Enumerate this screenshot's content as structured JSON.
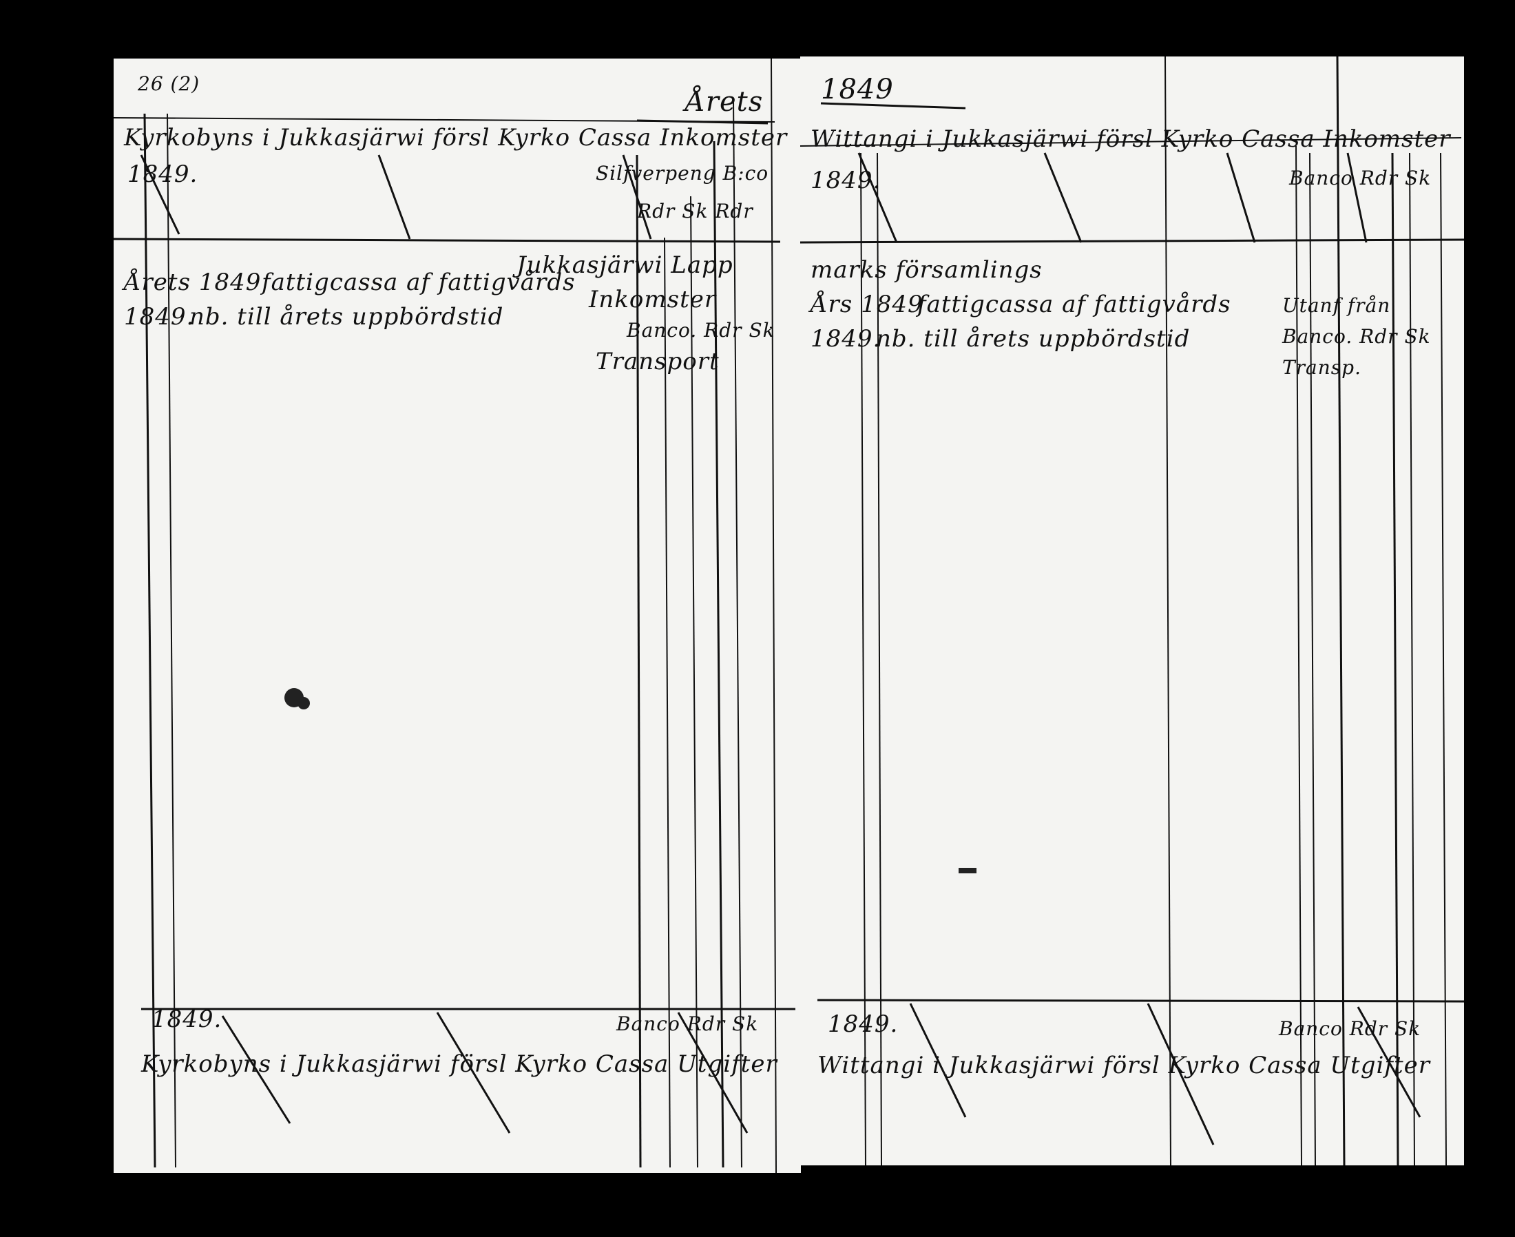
{
  "left_page": {
    "page_number": "26",
    "page_number_mark": "(2)",
    "top_right_title": "Årets",
    "header_line": "Kyrkobyns i Jukkasjärwi försl Kyrko Cassa Inkomster",
    "header_year": "1849.",
    "header_sub1": "Silfverpeng",
    "header_sub2": "B:co",
    "header_sub3": "Rdr Sk Rdr",
    "body_top_right1": "Jukkasjärwi Lapp",
    "body_top_right2": "Inkomster",
    "body_line1_year": "Årets 1849",
    "body_line1_text": "fattigcassa af fattigvårds",
    "body_line2_year": "1849.",
    "body_line2_text": "nb. till årets uppbördstid",
    "banco_label": "Banco.",
    "banco_units": "Rdr Sk",
    "transport_label": "Transport",
    "footer_year": "1849.",
    "footer_line": "Kyrkobyns i Jukkasjärwi försl Kyrko Cassa Utgifter",
    "footer_banco": "Banco",
    "footer_units": "Rdr Sk"
  },
  "right_page": {
    "top_title": "1849",
    "header_line": "Wittangi i Jukkasjärwi försl Kyrko Cassa Inkomster",
    "header_year": "1849.",
    "header_banco": "Banco",
    "header_units": "Rdr Sk",
    "body_line0": "marks församlings",
    "body_line1_year": "Års 1849",
    "body_line1_text": "fattigcassa af fattigvårds",
    "body_line2_year": "1849.",
    "body_line2_text": "nb. till årets uppbördstid",
    "right_col1": "Utanf från",
    "right_col2": "Banco.",
    "right_col2_units": "Rdr Sk",
    "right_col3": "Transp.",
    "footer_year": "1849.",
    "footer_line": "Wittangi i Jukkasjärwi försl Kyrko Cassa Utgifter",
    "footer_banco": "Banco",
    "footer_units": "Rdr Sk"
  }
}
